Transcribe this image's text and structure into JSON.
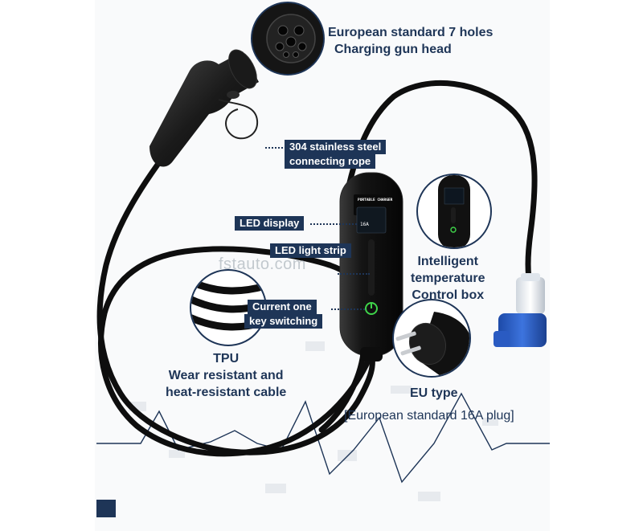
{
  "callouts": {
    "gun_head_line1": "European standard 7 holes",
    "gun_head_line2": "Charging gun head",
    "rope_line1": "304 stainless steel",
    "rope_line2": "connecting rope",
    "led_display": "LED display",
    "led_strip": "LED light strip",
    "switch_line1": "Current one",
    "switch_line2": "key switching",
    "temp_line1": "Intelligent",
    "temp_line2": "temperature",
    "temp_line3": "Control box",
    "cable_line1": "TPU",
    "cable_line2": "Wear resistant and",
    "cable_line3": "heat-resistant cable",
    "eu_line1": "EU type",
    "eu_line2": "[European standard 16A plug]"
  },
  "device": {
    "brand_label": "PORTABLE CHARGER",
    "current_value": "16A"
  },
  "watermark": "fstauto.com",
  "colors": {
    "label_bg": "#1e3557",
    "label_text": "#ffffff",
    "plain_text": "#1e3557",
    "cable": "#111111",
    "plug_blue": "#2f63c8",
    "led_green": "#3fd44a",
    "background_line": "#1e3557"
  }
}
